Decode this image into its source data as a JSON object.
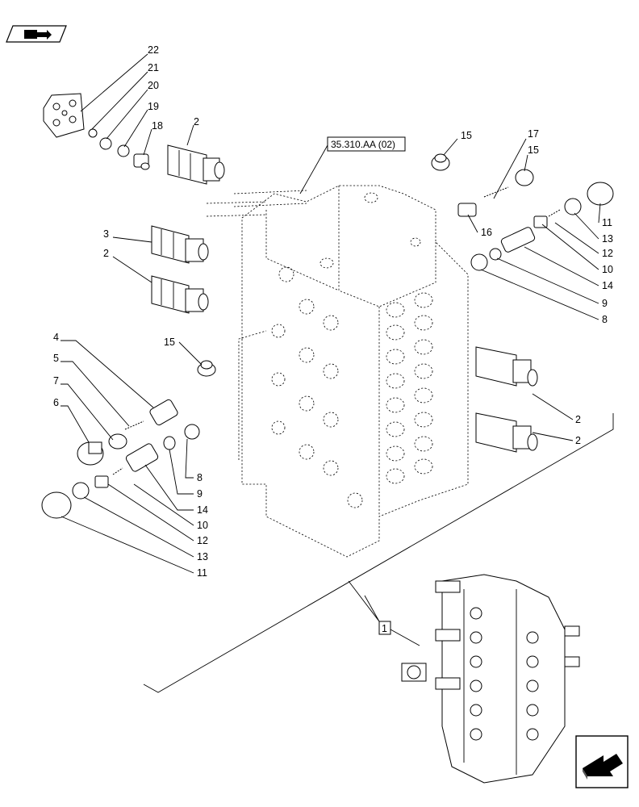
{
  "reference": {
    "label": "35.310.AA (02)"
  },
  "assembly_box": {
    "label": "1"
  },
  "icons": {
    "top_left": "book-arrow-icon",
    "bottom_right": "direction-arrow-icon"
  },
  "callouts": [
    {
      "id": "c22",
      "text": "22"
    },
    {
      "id": "c21",
      "text": "21"
    },
    {
      "id": "c20",
      "text": "20"
    },
    {
      "id": "c19",
      "text": "19"
    },
    {
      "id": "c18",
      "text": "18"
    },
    {
      "id": "c2a",
      "text": "2"
    },
    {
      "id": "c3",
      "text": "3"
    },
    {
      "id": "c2b",
      "text": "2"
    },
    {
      "id": "c15a",
      "text": "15"
    },
    {
      "id": "c17",
      "text": "17"
    },
    {
      "id": "c15b",
      "text": "15"
    },
    {
      "id": "c11a",
      "text": "11"
    },
    {
      "id": "c13a",
      "text": "13"
    },
    {
      "id": "c12a",
      "text": "12"
    },
    {
      "id": "c10a",
      "text": "10"
    },
    {
      "id": "c14a",
      "text": "14"
    },
    {
      "id": "c16",
      "text": "16"
    },
    {
      "id": "c9a",
      "text": "9"
    },
    {
      "id": "c8a",
      "text": "8"
    },
    {
      "id": "c4",
      "text": "4"
    },
    {
      "id": "c5",
      "text": "5"
    },
    {
      "id": "c7",
      "text": "7"
    },
    {
      "id": "c6",
      "text": "6"
    },
    {
      "id": "c15c",
      "text": "15"
    },
    {
      "id": "c8b",
      "text": "8"
    },
    {
      "id": "c9b",
      "text": "9"
    },
    {
      "id": "c14b",
      "text": "14"
    },
    {
      "id": "c10b",
      "text": "10"
    },
    {
      "id": "c12b",
      "text": "12"
    },
    {
      "id": "c13b",
      "text": "13"
    },
    {
      "id": "c11b",
      "text": "11"
    },
    {
      "id": "c2c",
      "text": "2"
    },
    {
      "id": "c2d",
      "text": "2"
    }
  ]
}
